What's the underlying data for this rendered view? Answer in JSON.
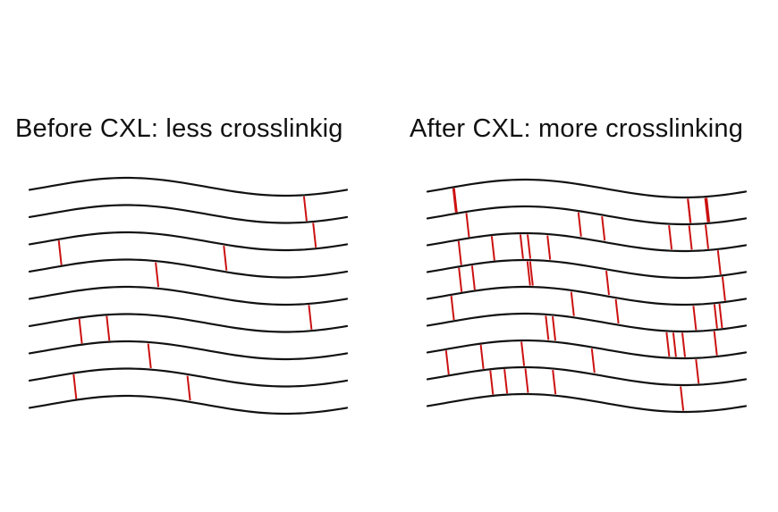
{
  "panels": [
    {
      "id": "before",
      "title": "Before CXL: less crosslinkig",
      "fibers": 9,
      "crosslinks": 11
    },
    {
      "id": "after",
      "title": "After CXL: more crosslinking",
      "fibers": 9,
      "crosslinks": 46
    }
  ],
  "colors": {
    "fiber": "#111111",
    "crosslink": "#cc1111",
    "background": "#ffffff"
  }
}
